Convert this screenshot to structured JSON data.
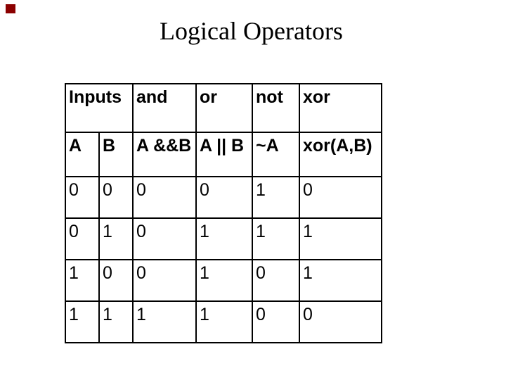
{
  "slide": {
    "title": "Logical Operators",
    "corner_square_color": "#8B0000"
  },
  "table": {
    "headers": {
      "inputs": "Inputs",
      "and": "and",
      "or": "or",
      "not": "not",
      "xor": "xor"
    },
    "expressions": {
      "a": "A",
      "b": "B",
      "and": "A &&B",
      "or": "A || B",
      "not": "~A",
      "xor": "xor(A,B)"
    },
    "rows": [
      [
        "0",
        "0",
        "0",
        "0",
        "1",
        "0"
      ],
      [
        "0",
        "1",
        "0",
        "1",
        "1",
        "1"
      ],
      [
        "1",
        "0",
        "0",
        "1",
        "0",
        "1"
      ],
      [
        "1",
        "1",
        "1",
        "1",
        "0",
        "0"
      ]
    ]
  }
}
